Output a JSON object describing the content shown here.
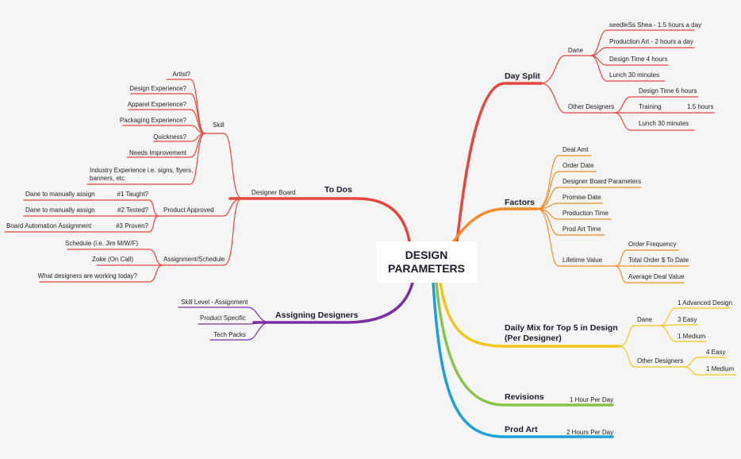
{
  "center": "DESIGN\nPARAMETERS",
  "colors": {
    "todos": "#e8453c",
    "assigning": "#7b2fa3",
    "daysplit": "#e8453c",
    "factors": "#f28c28",
    "dailymix": "#f5c518",
    "revisions": "#8bc34a",
    "prodart": "#1ba1d6"
  },
  "todos": {
    "title": "To Dos",
    "designer_board": "Designer Board",
    "skill": "Skill",
    "skill_items": [
      "Artist?",
      "Design Experience?",
      "Apparel Experience?",
      "Packaging Experience?",
      "Quickness?",
      "Needs Improvement"
    ],
    "industry_line1": "Industry Experience i.e. signs, flyers,",
    "industry_line2": "banners, etc",
    "product_approved": "Product Approved",
    "taught": "#1 Taught?",
    "tested": "#2 Tested?",
    "proven": "#3 Proven?",
    "dane_assign_1": "Dane to manually assign",
    "dane_assign_2": "Dane to manually assign",
    "board_auto": "Board Automation Assignment",
    "assignment_schedule": "Assignment/Schedule",
    "schedule_items": [
      "Schedule (i.e. Jim M/W/F)",
      "Zoke (On Call)",
      "What designers are working today?"
    ]
  },
  "assigning": {
    "title": "Assigning Designers",
    "items": [
      "Skill Level - Assignment",
      "Product Specific",
      "Tech Packs"
    ]
  },
  "daysplit": {
    "title": "Day Split",
    "dane": "Dane",
    "dane_items": [
      "seedleSs Shea - 1.5 hours a day",
      "Production Art - 2 hours a day",
      "Design Time 4 hours",
      "Lunch 30 minutes"
    ],
    "other": "Other Designers",
    "design_time": "Design Time 6 hours",
    "training": "Training",
    "training_value": "1.5 hours",
    "lunch": "Lunch 30 minutes"
  },
  "factors": {
    "title": "Factors",
    "items": [
      "Deal Amt",
      "Order Date",
      "Designer Board Parameters",
      "Promise Date",
      "Production Time",
      "Prod Art Time"
    ],
    "lifetime": "Lifetime Value",
    "lifetime_items": [
      "Order Frequency",
      "Total Order $ To Date",
      "Average Deal Value"
    ]
  },
  "dailymix": {
    "title_line1": "Daily Mix for Top 5 in Design",
    "title_line2": "(Per Designer)",
    "dane": "Dane",
    "dane_items": [
      "1 Advanced Design",
      "3 Easy",
      "1 Medium"
    ],
    "other": "Other Designers",
    "other_items": [
      "4 Easy",
      "1 Medium"
    ]
  },
  "revisions": {
    "title": "Revisions",
    "value": "1 Hour Per Day"
  },
  "prodart": {
    "title": "Prod Art",
    "value": "2 Hours Per Day"
  }
}
